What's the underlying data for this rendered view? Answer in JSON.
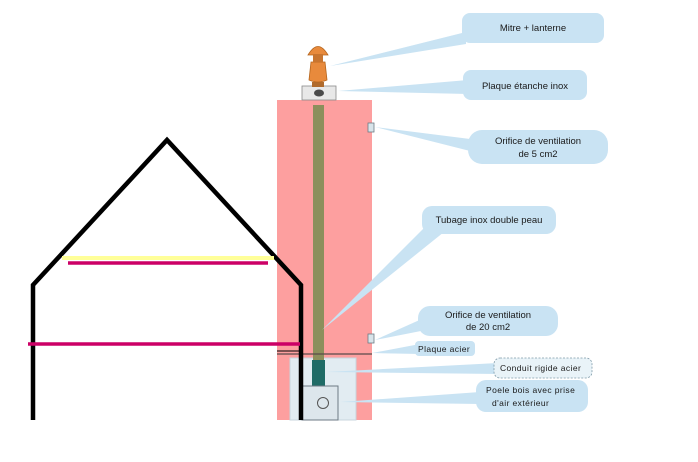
{
  "callouts": {
    "mitre": "Mitre + lanterne",
    "plaque_etanche": "Plaque étanche inox",
    "orifice_5_l1": "Orifice de ventilation",
    "orifice_5_l2": "de 5 cm2",
    "tubage": "Tubage inox double peau",
    "orifice_20_l1": "Orifice de ventilation",
    "orifice_20_l2": "de 20 cm2",
    "plaque_acier": "Plaque acier",
    "conduit_rigide": "Conduit rigide acier",
    "poele_l1": "Poele bois avec prise",
    "poele_l2": "d'air extérieur"
  },
  "colors": {
    "chimney_body": "#fd9f9f",
    "flue_pipe": "#8c8f5c",
    "rigid_pipe": "#1f6b66",
    "house_outline": "#000000",
    "upper_beam": "#ffff99",
    "floor_beam": "#cc0066",
    "callout_fill": "#c9e3f3"
  }
}
